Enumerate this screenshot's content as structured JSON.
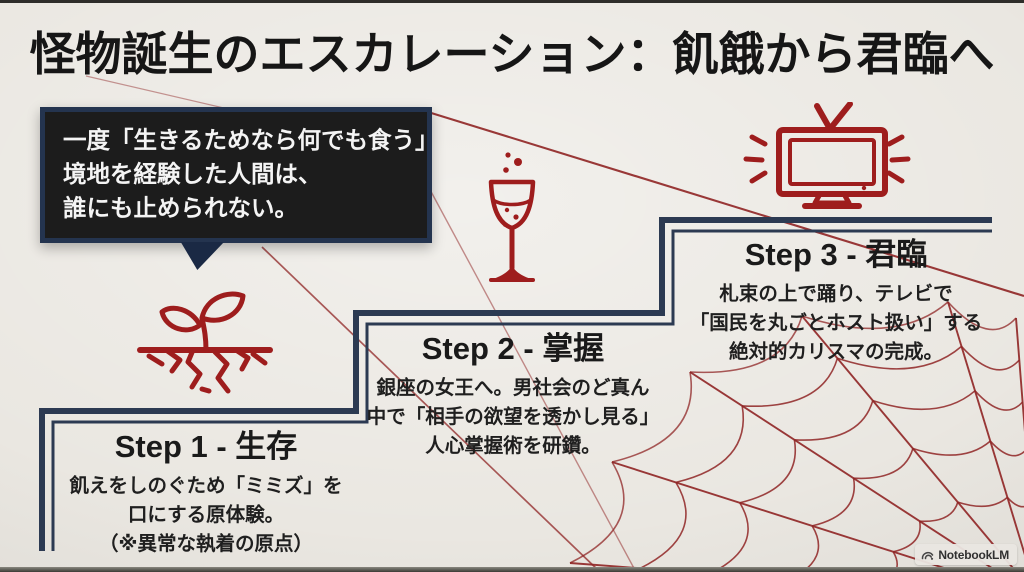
{
  "title": "怪物誕生のエスカレーション：飢餓から君臨へ",
  "callout": {
    "lines": [
      "一度「生きるためなら何でも食う」",
      "境地を経験した人間は、",
      "誰にも止められない。"
    ]
  },
  "steps": [
    {
      "heading": "Step 1 - 生存",
      "icon": "sprout-icon",
      "lines": [
        "飢えをしのぐため「ミミズ」を",
        "口にする原体験。",
        "（※異常な執着の原点）"
      ]
    },
    {
      "heading": "Step 2 - 掌握",
      "icon": "champagne-glass-icon",
      "lines": [
        "銀座の女王へ。男社会のど真ん",
        "中で「相手の欲望を透かし見る」",
        "人心掌握術を研鑽。"
      ]
    },
    {
      "heading": "Step 3 - 君臨",
      "icon": "tv-icon",
      "lines": [
        "札束の上で踊り、テレビで",
        "「国民を丸ごとホスト扱い」する",
        "絶対的カリスマの完成。"
      ]
    }
  ],
  "watermark": {
    "label": "NotebookLM",
    "icon": "notebooklm-logo-icon"
  },
  "colors": {
    "accent-red": "#9e1d1d",
    "navy": "#2c3a52",
    "callout-bg": "#1c1c1c",
    "callout-border": "#24344f",
    "web-red": "#8f2424",
    "background": "#eae7e1",
    "text": "#1d1d1d",
    "callout-text": "#f4f4f4"
  }
}
